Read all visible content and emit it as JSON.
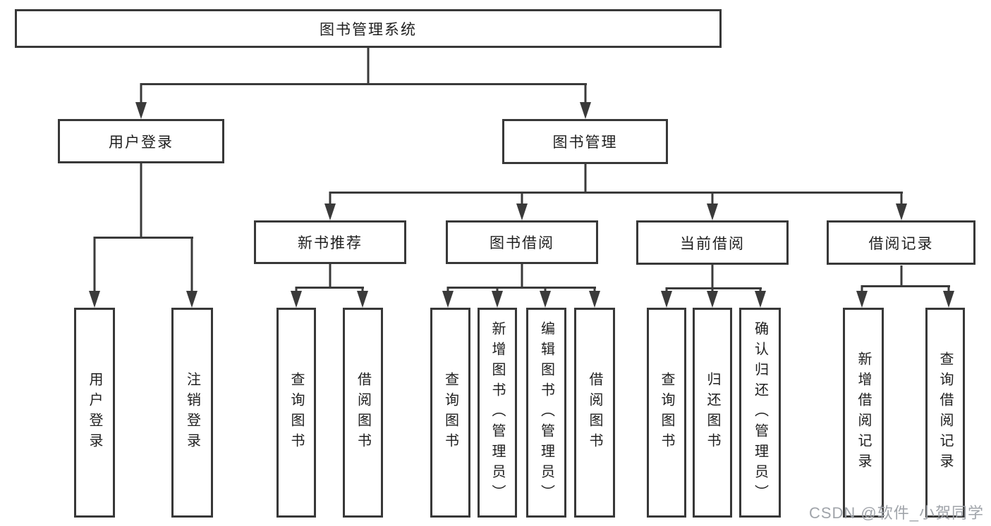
{
  "diagram": {
    "root": {
      "label": "图书管理系统"
    },
    "branches": [
      {
        "label": "用户登录",
        "children": [
          {
            "label": "用户登录"
          },
          {
            "label": "注销登录"
          }
        ]
      },
      {
        "label": "图书管理",
        "children": [
          {
            "label": "新书推荐",
            "children": [
              {
                "label": "查询图书"
              },
              {
                "label": "借阅图书"
              }
            ]
          },
          {
            "label": "图书借阅",
            "children": [
              {
                "label": "查询图书"
              },
              {
                "label": "新增图书（管理员）"
              },
              {
                "label": "编辑图书（管理员）"
              },
              {
                "label": "借阅图书"
              }
            ]
          },
          {
            "label": "当前借阅",
            "children": [
              {
                "label": "查询图书"
              },
              {
                "label": "归还图书"
              },
              {
                "label": "确认归还（管理员）"
              }
            ]
          },
          {
            "label": "借阅记录",
            "children": [
              {
                "label": "新增借阅记录"
              },
              {
                "label": "查询借阅记录"
              }
            ]
          }
        ]
      }
    ]
  },
  "watermark": {
    "text": "CSDN @软件_小贺同学"
  },
  "colors": {
    "line": "#3a3a3a",
    "box_border": "#383838",
    "text": "#1f1f1f",
    "watermark": "#a0a4aa",
    "background": "#ffffff"
  }
}
